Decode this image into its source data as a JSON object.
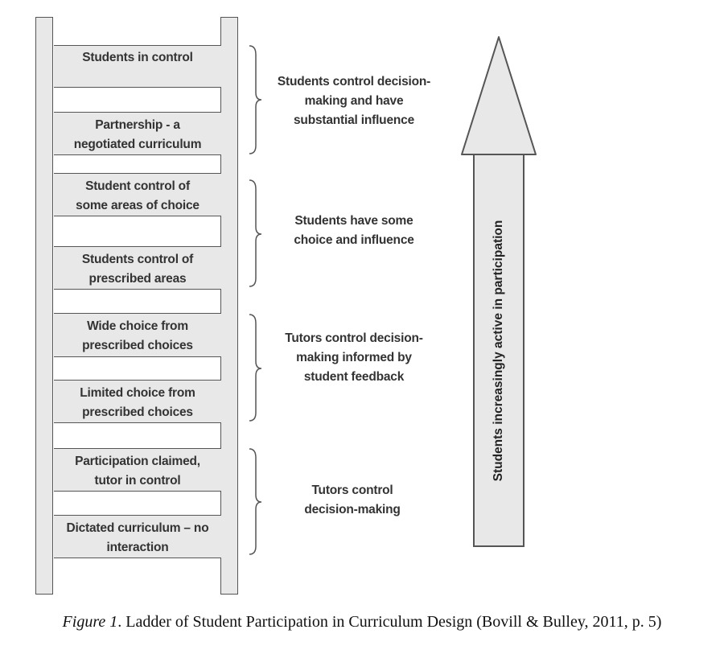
{
  "ladder": {
    "rungs": [
      {
        "label": "Students in control"
      },
      {
        "label": "Partnership - a negotiated curriculum"
      },
      {
        "label": "Student control of some areas of choice"
      },
      {
        "label": "Students control of prescribed areas"
      },
      {
        "label": "Wide choice from prescribed choices"
      },
      {
        "label": "Limited choice from prescribed choices"
      },
      {
        "label": "Participation claimed, tutor in control"
      },
      {
        "label": "Dictated curriculum – no interaction"
      }
    ],
    "groups": [
      {
        "label": "Students control decision-making and have substantial influence"
      },
      {
        "label": "Students have some choice and influence"
      },
      {
        "label": "Tutors control decision-making informed by student feedback"
      },
      {
        "label": "Tutors control decision-making"
      }
    ]
  },
  "arrow": {
    "label": "Students increasingly active in participation",
    "direction": "up"
  },
  "caption": {
    "figure_label": "Figure 1",
    "text": ". Ladder of Student Participation in Curriculum Design (Bovill & Bulley, 2011, p. 5)"
  },
  "colors": {
    "fill": "#e8e8e8",
    "stroke": "#555555",
    "text": "#333333"
  }
}
